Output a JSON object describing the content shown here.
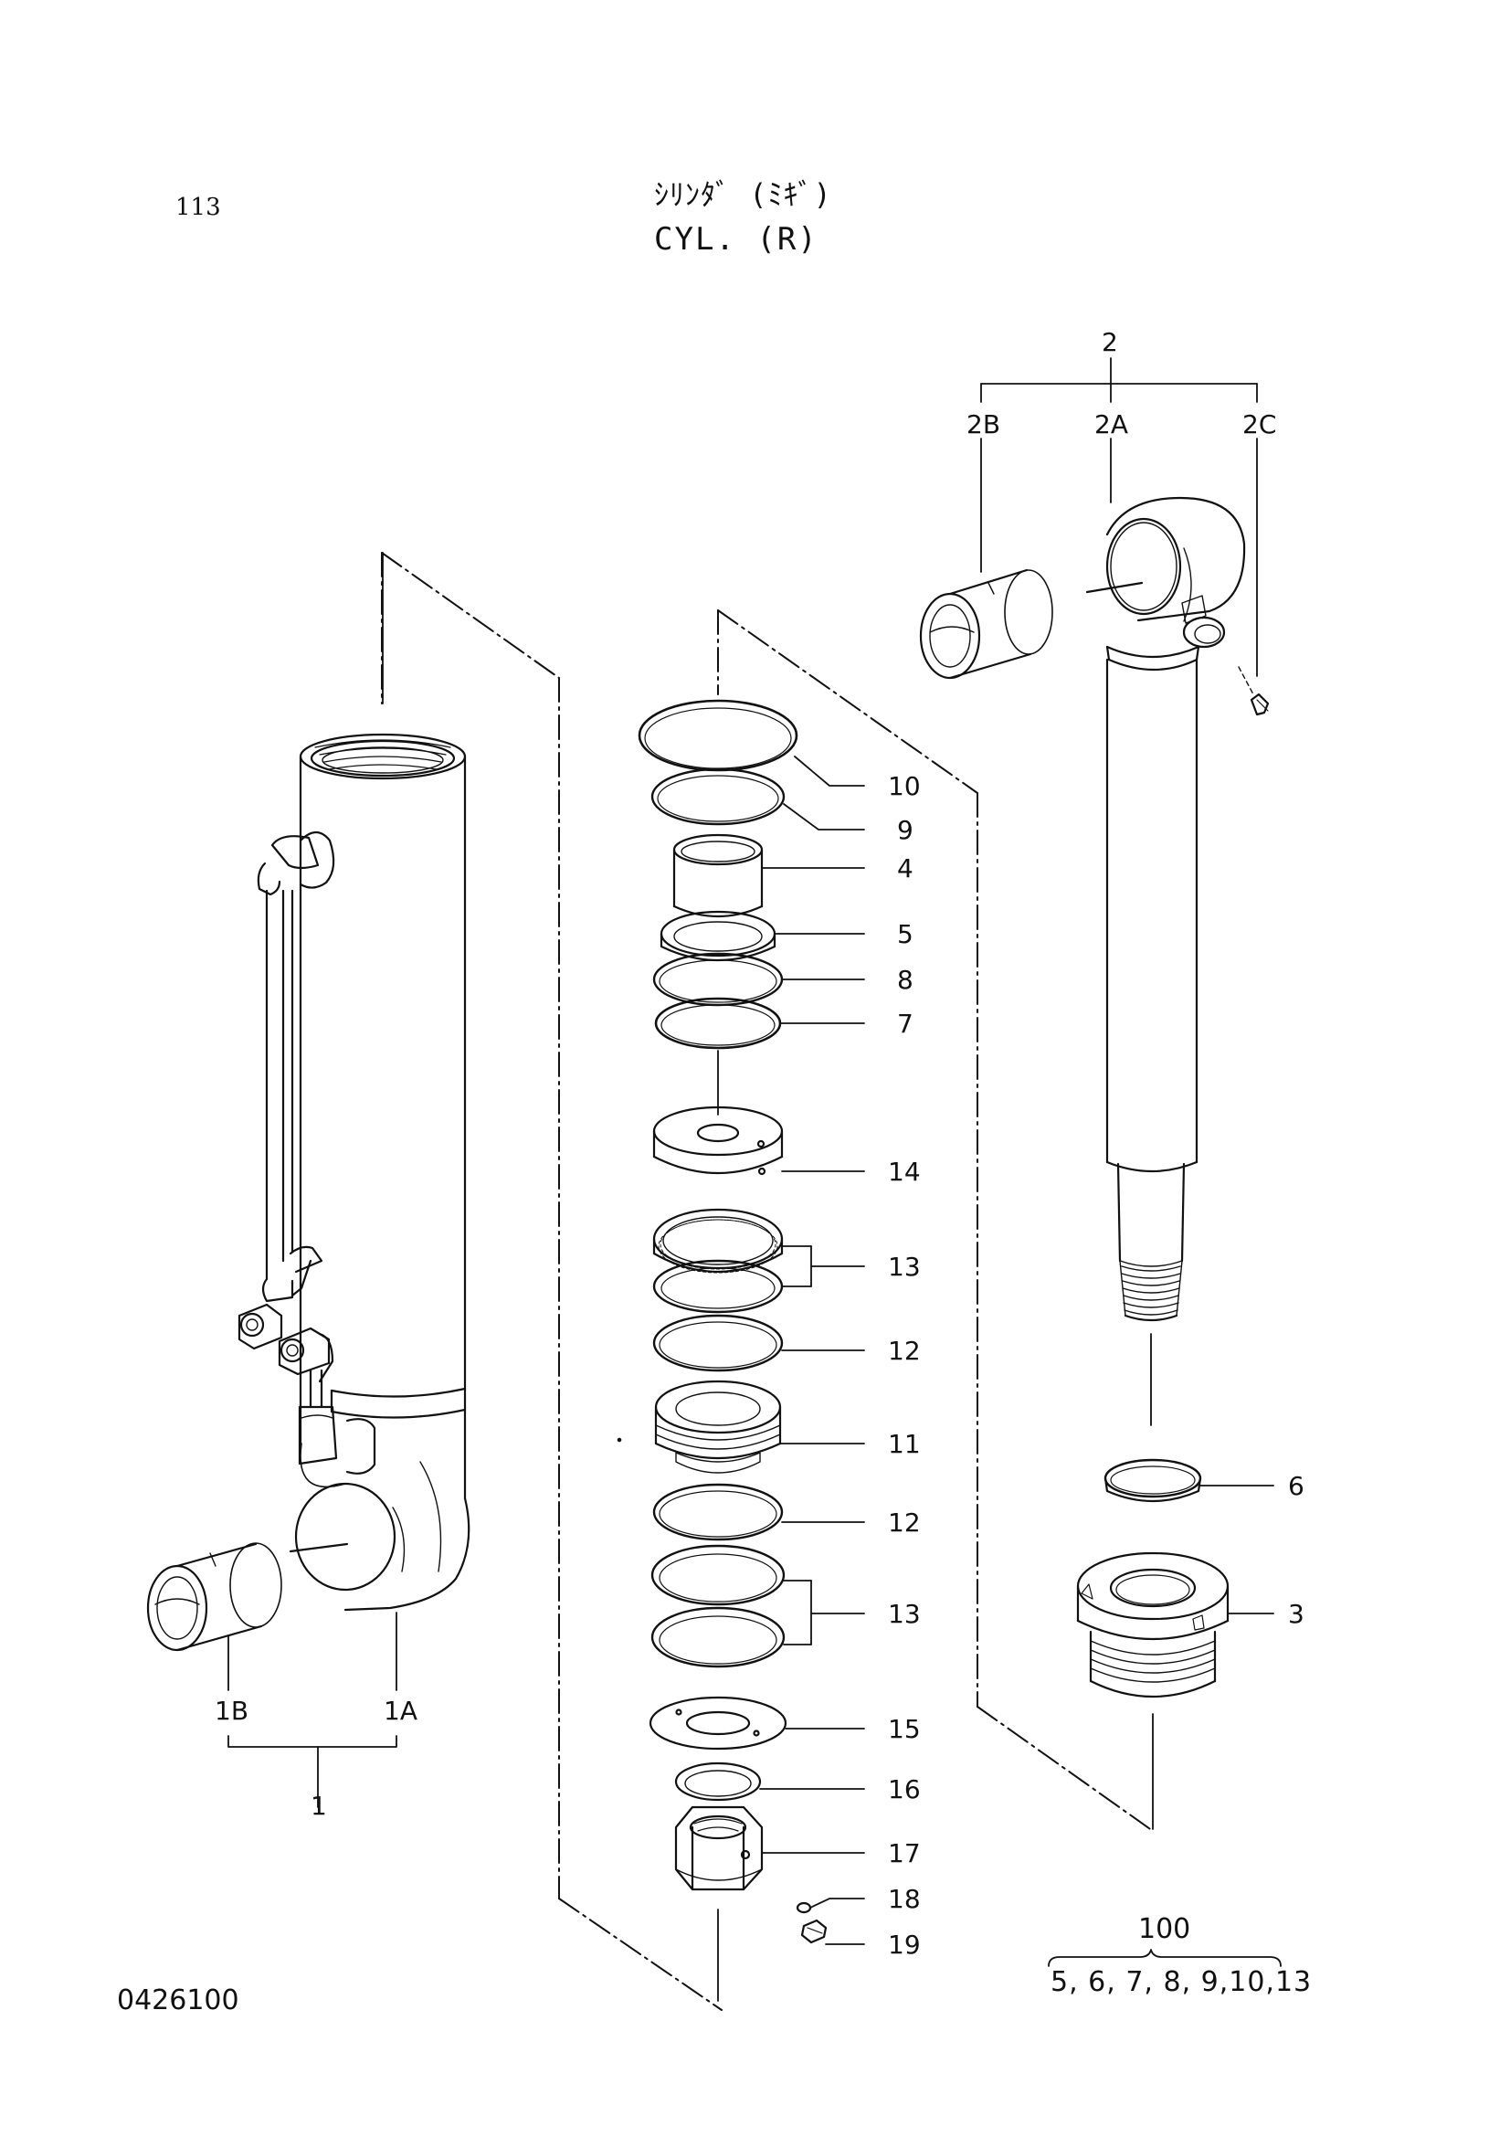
{
  "page": {
    "page_number": "113",
    "title_jp": "ｼﾘﾝﾀﾞ (ﾐｷﾞ)",
    "title_en": "CYL. (R)",
    "drawing_number": "0426100"
  },
  "callouts": {
    "c1": "1",
    "c1a": "1A",
    "c1b": "1B",
    "c2": "2",
    "c2a": "2A",
    "c2b": "2B",
    "c2c": "2C",
    "c3": "3",
    "c4": "4",
    "c5": "5",
    "c6": "6",
    "c7": "7",
    "c8": "8",
    "c9": "9",
    "c10": "10",
    "c11": "11",
    "c12a": "12",
    "c12b": "12",
    "c13a": "13",
    "c13b": "13",
    "c14": "14",
    "c15": "15",
    "c16": "16",
    "c17": "17",
    "c18": "18",
    "c19": "19"
  },
  "kit": {
    "number": "100",
    "contents": "5, 6, 7, 8, 9,10,13"
  }
}
